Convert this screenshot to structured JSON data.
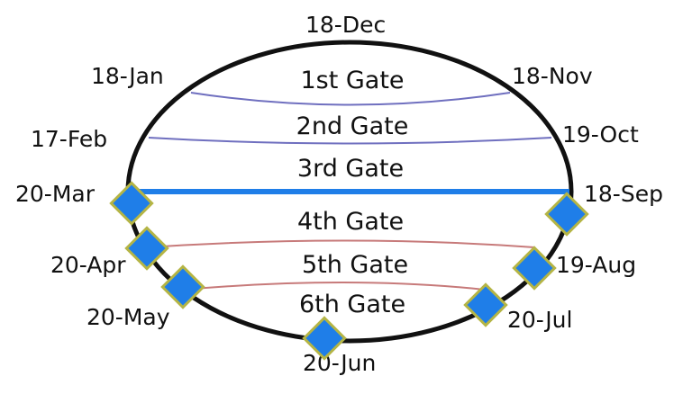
{
  "dates": {
    "top": "18-Dec",
    "jan": "18-Jan",
    "nov": "18-Nov",
    "feb": "17-Feb",
    "oct": "19-Oct",
    "mar": "20-Mar",
    "sep": "18-Sep",
    "apr": "20-Apr",
    "aug": "19-Aug",
    "may": "20-May",
    "jul": "20-Jul",
    "jun": "20-Jun"
  },
  "gates": [
    "1st Gate",
    "2nd Gate",
    "3rd Gate",
    "4th Gate",
    "5th Gate",
    "6th Gate"
  ],
  "colors": {
    "outline": "#111111",
    "upper_arc": "#6f6fbf",
    "equator": "#1f7ee8",
    "lower_arc": "#c77a7a",
    "marker_fill": "#1f7ee8",
    "marker_border": "#b5b545"
  }
}
